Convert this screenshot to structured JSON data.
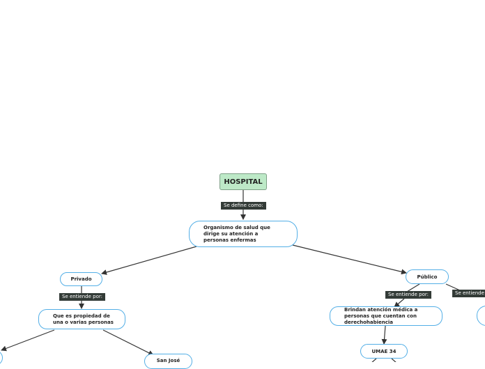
{
  "root": {
    "label": "HOSPITAL"
  },
  "definition": {
    "connector": "Se define como:",
    "text": "Organismo de salud que dirige su atención a personas enfermas"
  },
  "privado": {
    "label": "Privado",
    "connector": "Se entiende por:",
    "definition": "Que es propiedad de una o varias personas",
    "example": "San José"
  },
  "publico": {
    "label": "Público",
    "connector": "Se entiende por:",
    "definition": "Brindan atención médica a personas que cuentan con derechohabiencia",
    "example": "UMAE 34",
    "connector_right": "Se entiende p"
  },
  "colors": {
    "node_border": "#52aee6",
    "root_fill": "#bde9c7",
    "tag_fill": "#333b37",
    "line": "#333333"
  }
}
